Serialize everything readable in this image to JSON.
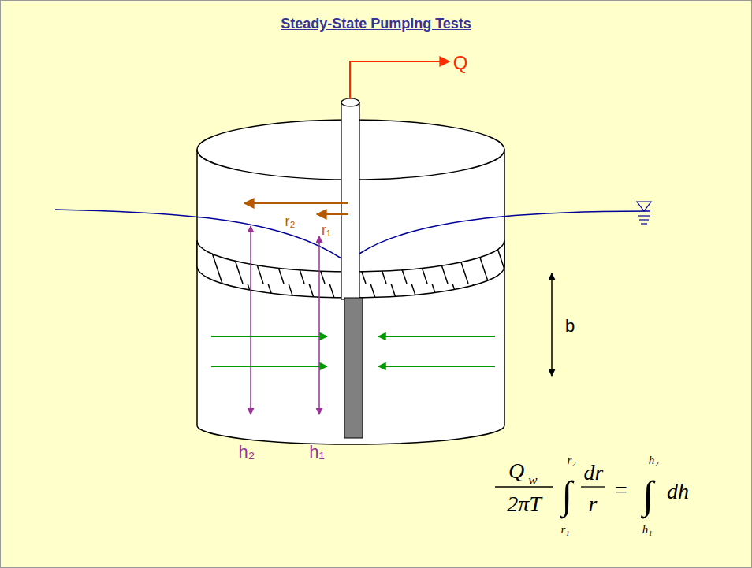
{
  "diagram": {
    "title": "Steady-State Pumping Tests",
    "labels": [
      "Q",
      "r₂",
      "r₁",
      "b",
      "h₂",
      "h₁",
      "Q",
      "w",
      "2πT",
      "∫",
      "r₂",
      "r₁",
      "dr",
      "r",
      "=",
      "∫",
      "h₂",
      "h₁",
      "dh"
    ]
  }
}
